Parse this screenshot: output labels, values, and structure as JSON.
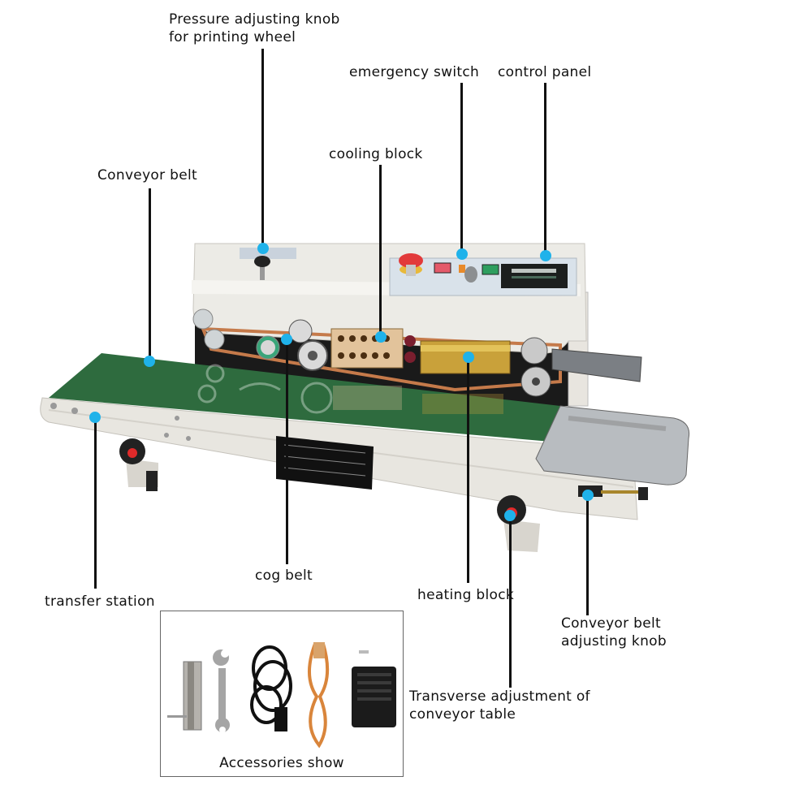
{
  "diagram": {
    "subject": "Continuous band sealing machine with horizontal conveyor",
    "callout_color": "#1fb2ea",
    "labels": {
      "pressure_knob": [
        "Pressure adjusting knob",
        "for printing wheel"
      ],
      "emergency_switch": "emergency switch",
      "control_panel": "control panel",
      "cooling_block": "cooling block",
      "conveyor_belt": "Conveyor belt",
      "cog_belt": "cog belt",
      "transfer_station": "transfer station",
      "heating_block": "heating block",
      "conveyor_belt_knob": [
        "Conveyor belt",
        "adjusting knob"
      ],
      "transverse_adjustment": [
        "Transverse adjustment of",
        "conveyor table"
      ]
    },
    "accessories": {
      "title": "Accessories show",
      "items": [
        "guide-plate",
        "spanner-wrench",
        "power-cord",
        "ptfe-band",
        "fuse",
        "ink-wheel-box"
      ]
    }
  }
}
